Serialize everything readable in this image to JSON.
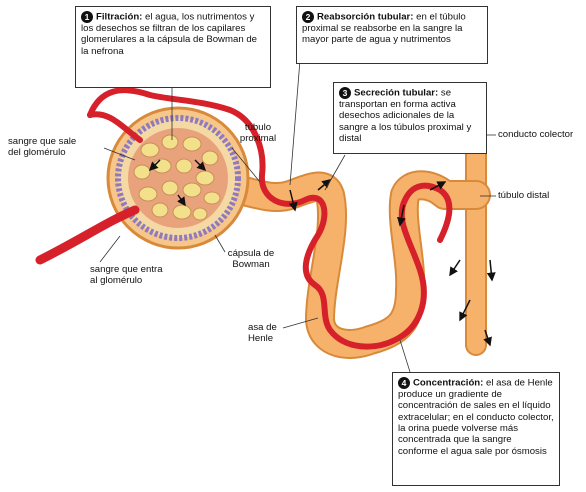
{
  "steps": [
    {
      "number": "1",
      "title": "Filtración:",
      "text": "el agua, los nutrimentos y los desechos se filtran de los capilares glomerulares a la cápsula de Bowman de la nefrona"
    },
    {
      "number": "2",
      "title": "Reabsorción tubular:",
      "text": "en el túbulo proximal se reabsorbe en la sangre la mayor parte de agua y nutrimentos"
    },
    {
      "number": "3",
      "title": "Secreción tubular:",
      "text": "se transportan en forma activa desechos adicionales de la sangre a los túbulos proximal y distal"
    },
    {
      "number": "4",
      "title": "Concentración:",
      "text": "el asa de Henle produce un gradiente de concentración de sales en el líquido extracelular; en el conducto colector, la orina puede volverse más concentrada que la sangre conforme el agua sale por ósmosis"
    }
  ],
  "labels": {
    "blood_out": "sangre que sale\ndel glomérulo",
    "blood_in": "sangre que entra\nal glomérulo",
    "proximal": "túbulo\nproximal",
    "capsule": "cápsula de\nBowman",
    "henle": "asa de\nHenle",
    "collector": "conducto colector",
    "distal": "túbulo distal"
  },
  "colors": {
    "tubule": "#f6b26b",
    "tubule_edge": "#d88a3a",
    "vessel": "#d6202a",
    "capsule_membrane": "#8f7ac0",
    "glomerulus": "#f3e08a"
  }
}
